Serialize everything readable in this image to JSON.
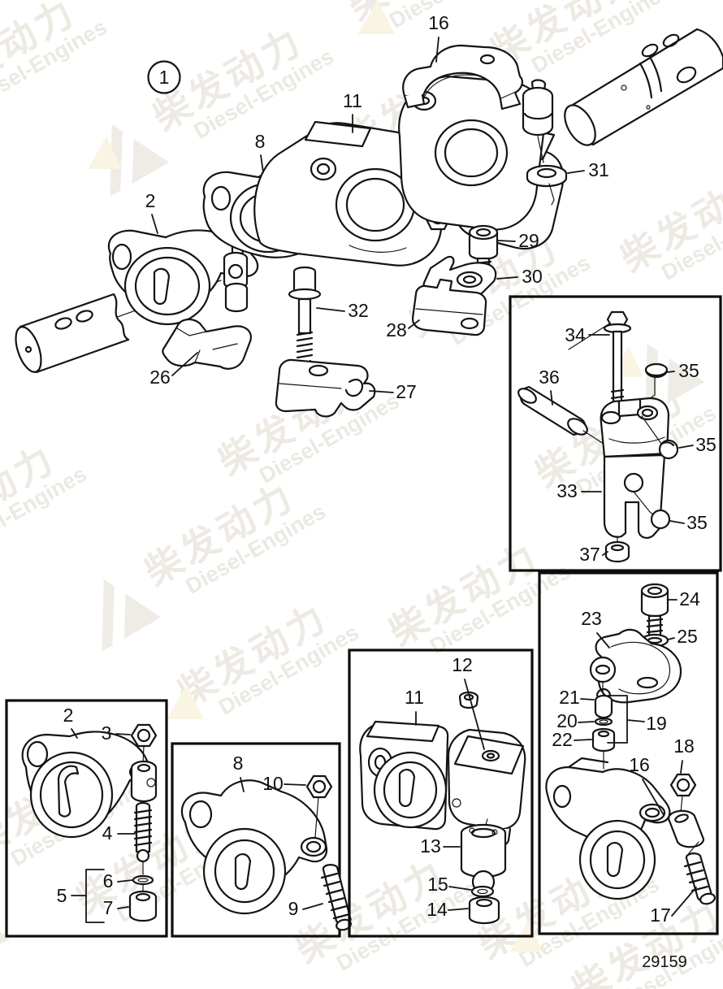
{
  "page": {
    "drawing_number": "29159"
  },
  "watermark": {
    "cn": "柴发动力",
    "en": "Diesel-Engines"
  },
  "callouts": {
    "main": {
      "ref": "1",
      "n2": "2",
      "n8": "8",
      "n11": "11",
      "n16": "16",
      "n26": "26",
      "n27": "27",
      "n28": "28",
      "n29": "29",
      "n30": "30",
      "n31": "31",
      "n32": "32"
    },
    "pedestal": {
      "n33": "33",
      "n34": "34",
      "n35a": "35",
      "n35b": "35",
      "n35c": "35",
      "n36": "36",
      "n37": "37"
    },
    "box1": {
      "n2": "2",
      "n3": "3",
      "n4": "4",
      "n5": "5",
      "n6": "6",
      "n7": "7"
    },
    "box2": {
      "n8": "8",
      "n9": "9",
      "n10": "10"
    },
    "box3": {
      "n11": "11",
      "n12": "12",
      "n13": "13",
      "n14": "14",
      "n15": "15"
    },
    "box4": {
      "n16": "16",
      "n17": "17",
      "n18": "18",
      "n19": "19",
      "n20": "20",
      "n21": "21",
      "n22": "22",
      "n23": "23",
      "n24": "24",
      "n25": "25"
    }
  }
}
